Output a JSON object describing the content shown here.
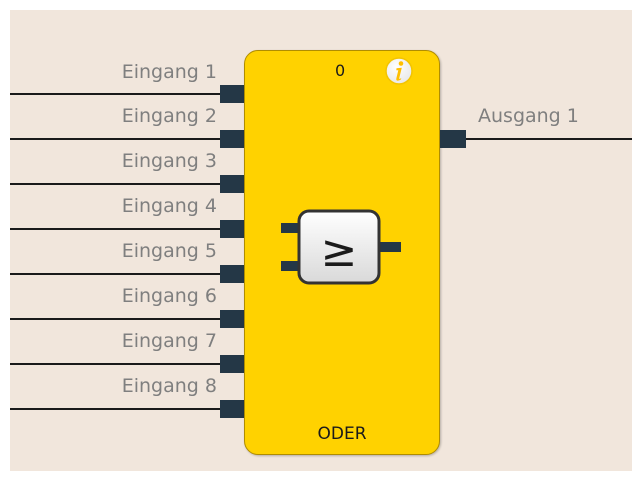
{
  "block": {
    "id_value": "0",
    "name": "ODER",
    "function_symbol": "≥",
    "color": "#ffd200",
    "info_icon": "info-icon"
  },
  "inputs": [
    {
      "label": "Eingang 1"
    },
    {
      "label": "Eingang 2"
    },
    {
      "label": "Eingang 3"
    },
    {
      "label": "Eingang 4"
    },
    {
      "label": "Eingang 5"
    },
    {
      "label": "Eingang 6"
    },
    {
      "label": "Eingang 7"
    },
    {
      "label": "Eingang 8"
    }
  ],
  "outputs": [
    {
      "label": "Ausgang 1"
    }
  ],
  "colors": {
    "canvas": "#f1e6dc",
    "pin": "#243746",
    "wire": "#1a1a1a",
    "label": "#7f7f7f"
  }
}
